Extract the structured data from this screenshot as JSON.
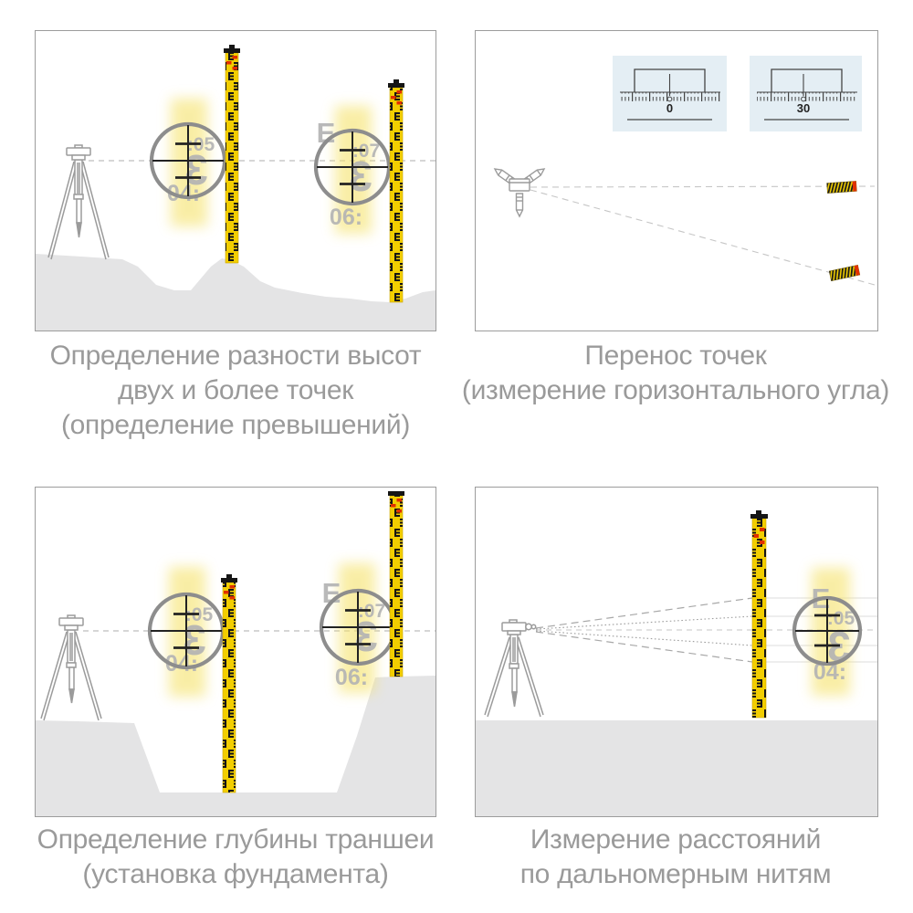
{
  "page": {
    "title": "Surveying level applications diagram",
    "background": "#ffffff"
  },
  "colors": {
    "staff_yellow": "#f2ce00",
    "staff_red": "#e13000",
    "dial_box_blue": "#e4eef4",
    "ground_gray": "#e4e4e5",
    "outline_gray": "#9b9b9b",
    "caption_gray": "#9a9a9a",
    "reticle_digit_gray": "#b4b4b4"
  },
  "panels": {
    "p1": {
      "caption": [
        "Определение разности высот",
        "двух и более точек",
        "(определение превышений)"
      ],
      "reticle_left": {
        "top": ":05",
        "big": "3",
        "bottom": "04:"
      },
      "reticle_right": {
        "pre": "E",
        "top": ":07",
        "big": "3",
        "bottom": "06:"
      }
    },
    "p2": {
      "caption": [
        "Перенос точек",
        "(измерение горизонтального угла)"
      ],
      "dials": [
        {
          "value": "0"
        },
        {
          "value": "30"
        }
      ]
    },
    "p3": {
      "caption": [
        "Определение глубины траншеи",
        "(установка фундамента)"
      ],
      "reticle_left": {
        "top": ":05",
        "big": "3",
        "bottom": "04:"
      },
      "reticle_right": {
        "pre": "E",
        "top": ":07",
        "big": "3",
        "bottom": "06:"
      }
    },
    "p4": {
      "caption": [
        "Измерение расстояний",
        "по дальномерным нитям"
      ],
      "reticle": {
        "pre": "E",
        "top": ":05",
        "big": "3",
        "bottom": "04:"
      }
    }
  }
}
